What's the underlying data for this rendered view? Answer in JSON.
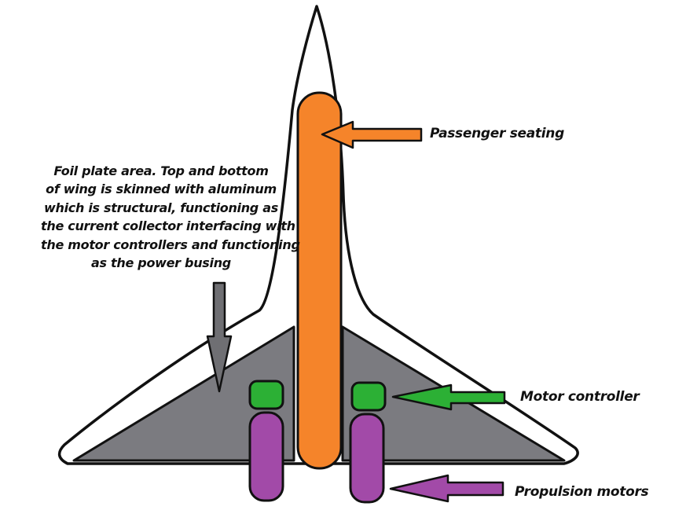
{
  "labels": {
    "passenger_seating": "Passenger seating",
    "motor_controller": "Motor controller",
    "propulsion_motors": "Propulsion motors",
    "foil_lines": [
      "Foil plate area. Top and bottom",
      "of wing is skinned with aluminum",
      "which is structural, functioning as",
      "the current collector interfacing with",
      "the motor controllers and functioning",
      "as the power busing"
    ]
  },
  "colors": {
    "seating": "#f5842a",
    "wing": "#7b7b80",
    "controller": "#2cb035",
    "motor": "#a24aa8",
    "arrow_passenger": "#f5842a",
    "arrow_controller": "#2cb035",
    "arrow_motor": "#a24aa8",
    "arrow_foil": "#6f6f73",
    "outline": "#111111"
  }
}
